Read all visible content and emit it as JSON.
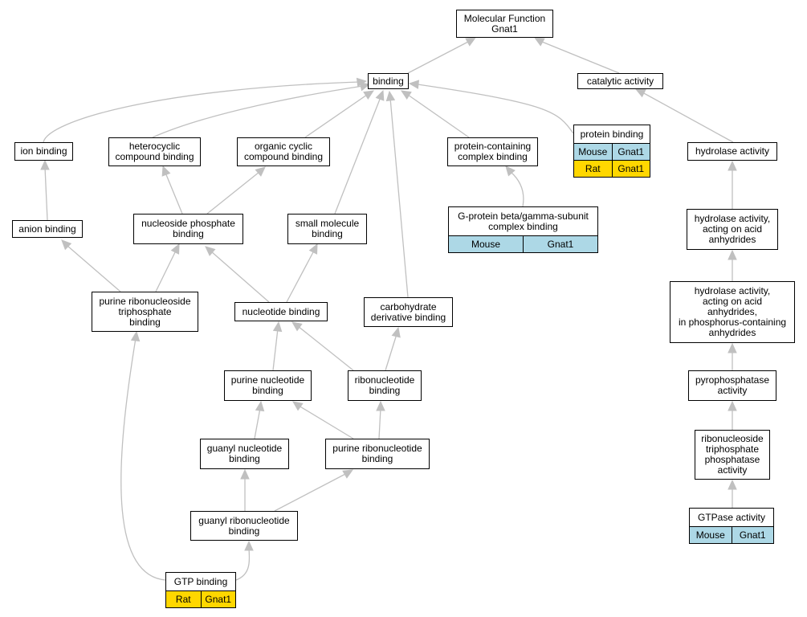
{
  "colors": {
    "mouse": "#add8e6",
    "rat": "#ffd700",
    "edge": "#c0c0c0",
    "border": "#000000"
  },
  "nodes": {
    "root": {
      "label": "Molecular Function\nGnat1"
    },
    "binding": {
      "label": "binding"
    },
    "catalytic": {
      "label": "catalytic activity"
    },
    "ion": {
      "label": "ion binding"
    },
    "hetero": {
      "label": "heterocyclic\ncompound binding"
    },
    "orgcyc": {
      "label": "organic cyclic\ncompound binding"
    },
    "pcomplex": {
      "label": "protein-containing\ncomplex binding"
    },
    "protein": {
      "label": "protein binding",
      "annotations": [
        [
          "Mouse",
          "Gnat1"
        ],
        [
          "Rat",
          "Gnat1"
        ]
      ]
    },
    "hydrolase": {
      "label": "hydrolase activity"
    },
    "anion": {
      "label": "anion binding"
    },
    "nucphos": {
      "label": "nucleoside phosphate\nbinding"
    },
    "smallmol": {
      "label": "small molecule\nbinding"
    },
    "gprot": {
      "label": "G-protein beta/gamma-subunit\ncomplex binding",
      "annotations": [
        [
          "Mouse",
          "Gnat1"
        ]
      ]
    },
    "hydacid": {
      "label": "hydrolase activity,\nacting on acid\nanhydrides"
    },
    "prntp": {
      "label": "purine ribonucleoside\ntriphosphate\nbinding"
    },
    "nucleotide": {
      "label": "nucleotide binding"
    },
    "carbo": {
      "label": "carbohydrate\nderivative binding"
    },
    "hydphos": {
      "label": "hydrolase activity,\nacting on acid\nanhydrides,\nin phosphorus-containing\nanhydrides"
    },
    "purnuc": {
      "label": "purine nucleotide\nbinding"
    },
    "ribonuc": {
      "label": "ribonucleotide\nbinding"
    },
    "pyrophos": {
      "label": "pyrophosphatase\nactivity"
    },
    "guanyl": {
      "label": "guanyl nucleotide\nbinding"
    },
    "purribo": {
      "label": "purine ribonucleotide\nbinding"
    },
    "rntpase": {
      "label": "ribonucleoside\ntriphosphate\nphosphatase\nactivity"
    },
    "guanylribo": {
      "label": "guanyl ribonucleotide\nbinding"
    },
    "gtpase": {
      "label": "GTPase activity",
      "annotations": [
        [
          "Mouse",
          "Gnat1"
        ]
      ]
    },
    "gtp": {
      "label": "GTP binding",
      "annotations": [
        [
          "Rat",
          "Gnat1"
        ]
      ]
    }
  }
}
